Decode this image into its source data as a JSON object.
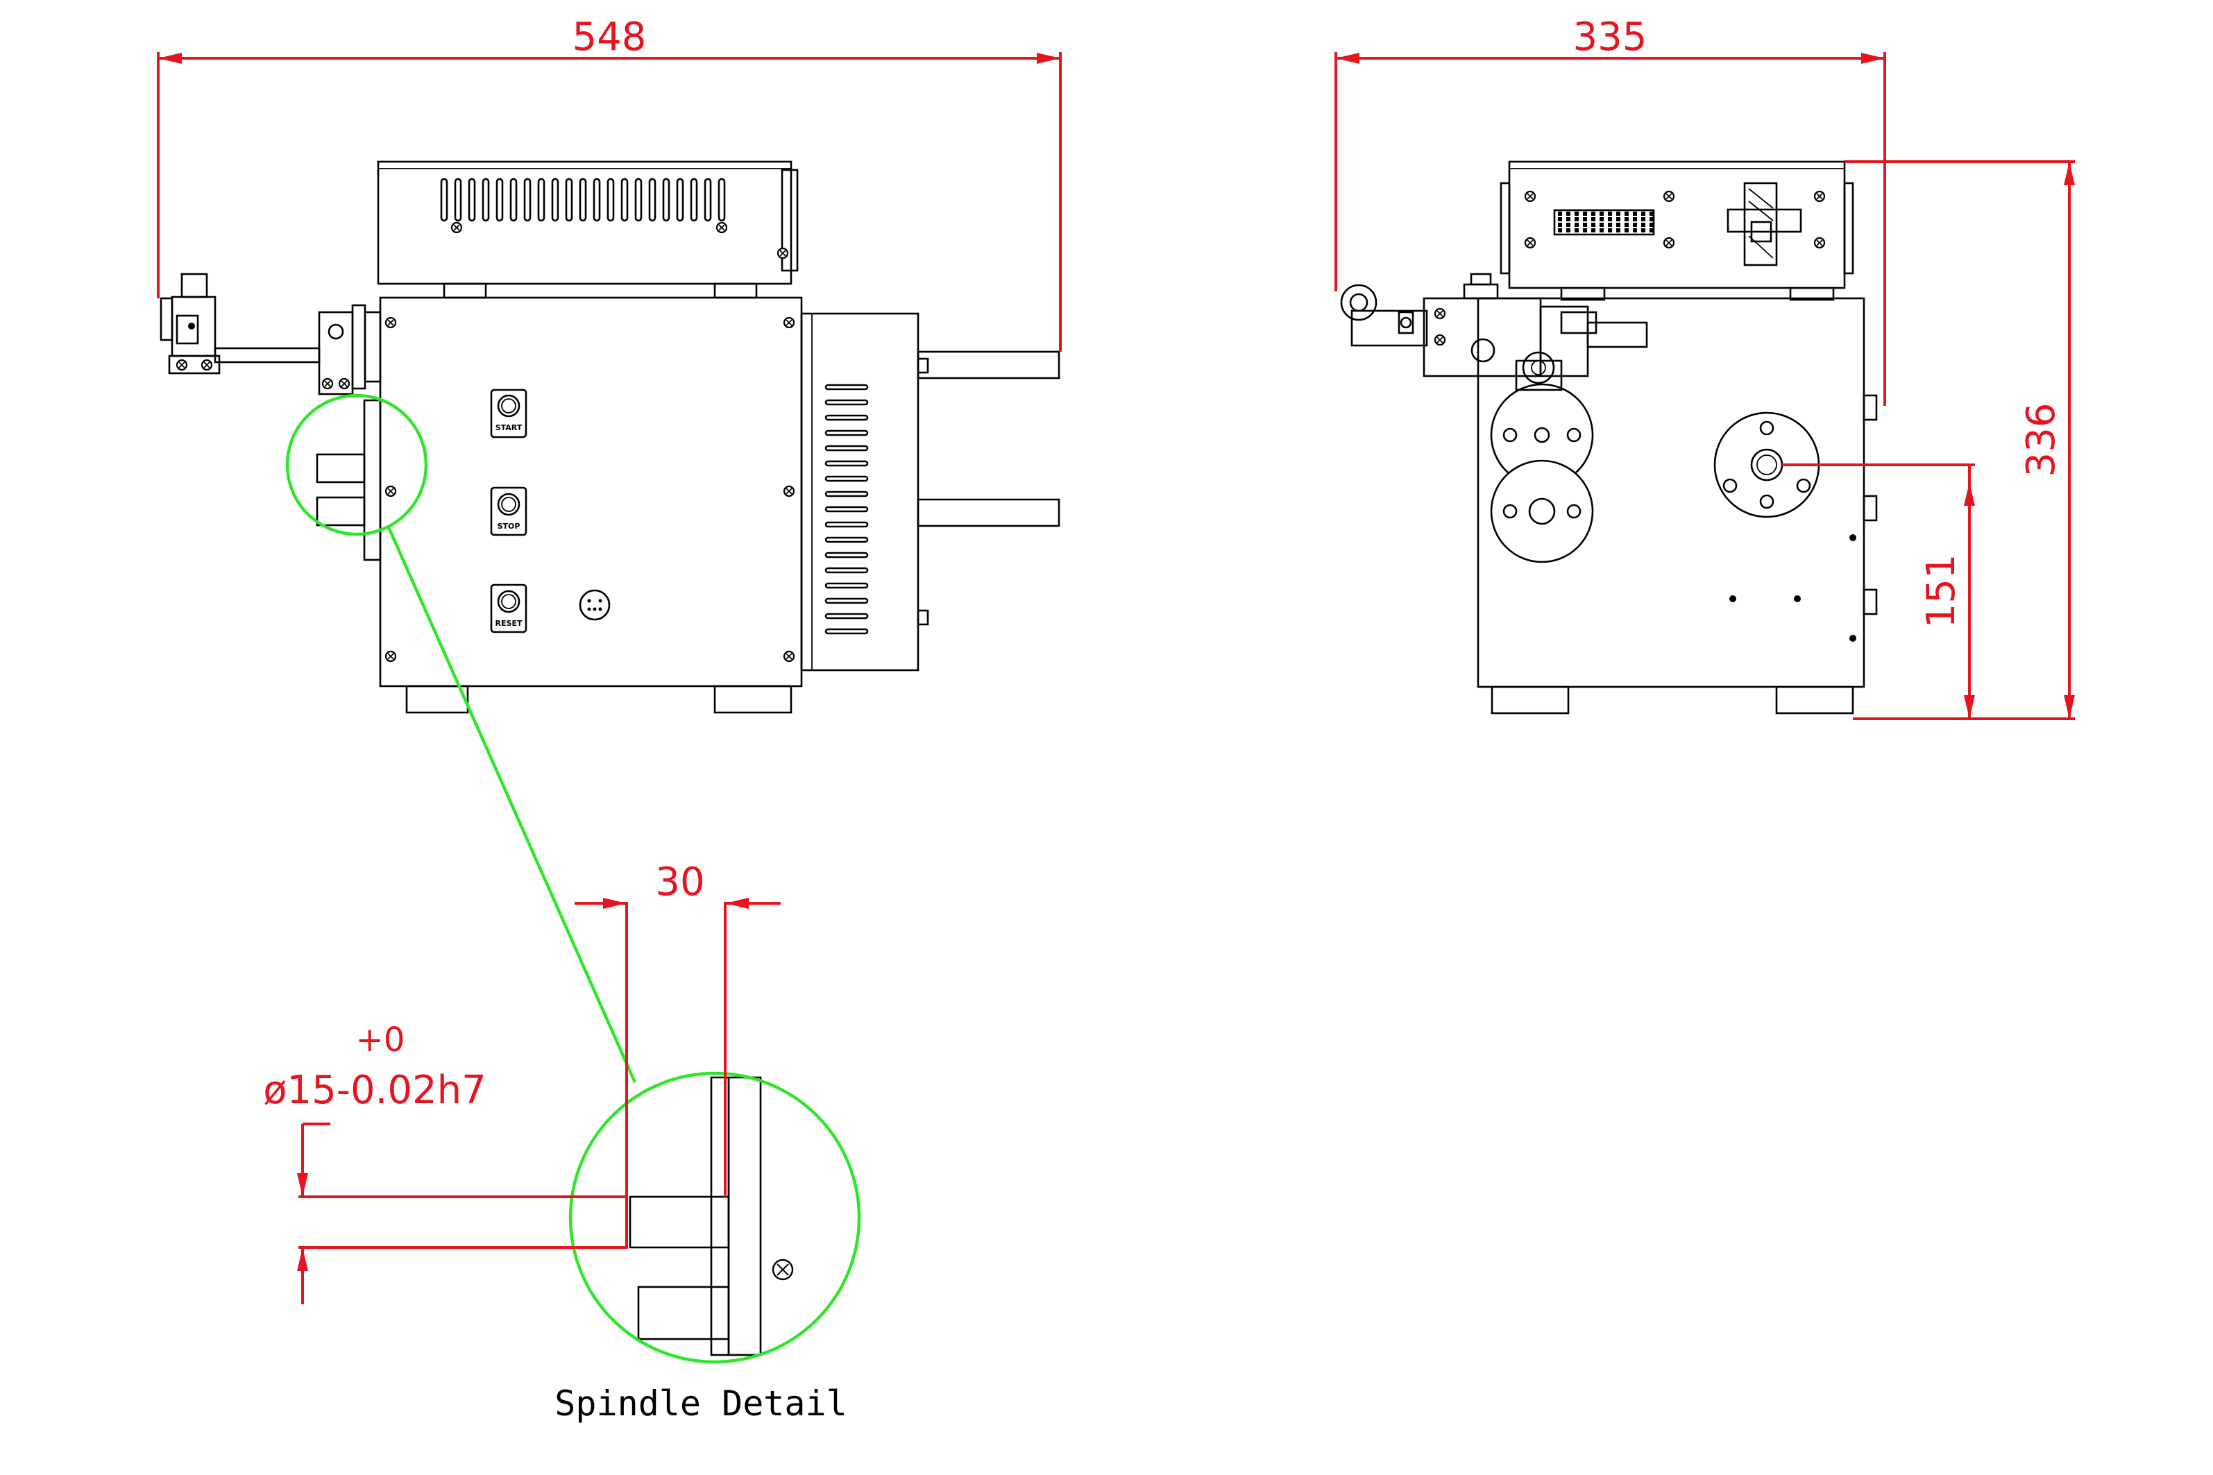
{
  "front_view": {
    "dim_width": "548",
    "buttons": [
      "START",
      "STOP",
      "RESET"
    ]
  },
  "side_view": {
    "dim_width": "335",
    "dim_height": "336",
    "dim_spindle_height": "151"
  },
  "detail": {
    "dim_spindle_length": "30",
    "tolerance_upper": "+0",
    "diameter_spec": "ø15-0.02h7",
    "caption": "Spindle Detail"
  },
  "colors": {
    "outline": "#000000",
    "dimension": "#e6141e",
    "detail_callout": "#2fe62a"
  }
}
